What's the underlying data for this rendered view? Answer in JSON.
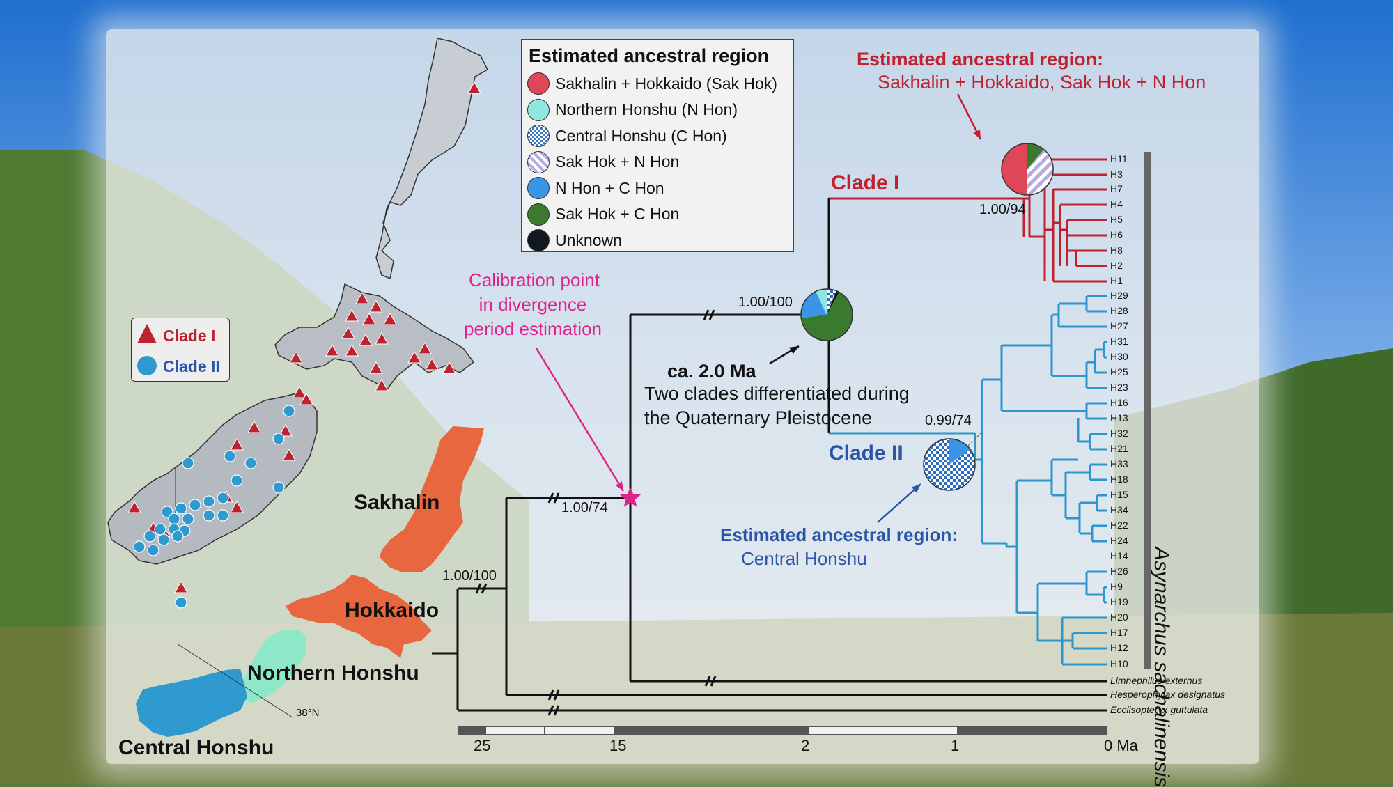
{
  "legend": {
    "title": "Estimated ancestral region",
    "items": [
      {
        "label": "Sakhalin + Hokkaido (Sak Hok)",
        "color": "#e04658",
        "pattern": "solid"
      },
      {
        "label": "Northern Honshu (N Hon)",
        "color": "#8ee8e0",
        "pattern": "solid"
      },
      {
        "label": "Central Honshu (C Hon)",
        "color": "#3a78c8",
        "pattern": "checker"
      },
      {
        "label": "Sak Hok + N Hon",
        "color": "#b8a8e8",
        "pattern": "stripes"
      },
      {
        "label": "N Hon + C Hon",
        "color": "#3a94e8",
        "pattern": "solid"
      },
      {
        "label": "Sak Hok + C Hon",
        "color": "#3a7a2e",
        "pattern": "solid"
      },
      {
        "label": "Unknown",
        "color": "#101820",
        "pattern": "solid"
      }
    ]
  },
  "clade_legend": {
    "clade1": {
      "label": "Clade I",
      "color": "#c0212e"
    },
    "clade2": {
      "label": "Clade II",
      "color": "#2e80c0"
    }
  },
  "map": {
    "regions": {
      "sakhalin": "Sakhalin",
      "hokkaido": "Hokkaido",
      "northern_honshu": "Northern Honshu",
      "central_honshu": "Central Honshu"
    },
    "latitude_label": "38°N"
  },
  "annotations": {
    "calibration": [
      "Calibration point",
      "in divergence",
      "period estimation"
    ],
    "age": "ca. 2.0 Ma",
    "differentiation": [
      "Two clades differentiated during",
      "the Quaternary Pleistocene"
    ],
    "clade1_region_title": "Estimated ancestral region:",
    "clade1_region_value": "Sakhalin + Hokkaido, Sak Hok + N Hon",
    "clade2_region_title": "Estimated ancestral region:",
    "clade2_region_value": "Central Honshu"
  },
  "tree": {
    "clade1_label": "Clade I",
    "clade2_label": "Clade II",
    "support": {
      "root": "1.00/100",
      "calib": "1.00/74",
      "crown": "1.00/100",
      "clade1": "1.00/94",
      "clade2": "0.99/74"
    },
    "species_label": "Asynarchus sachalinensis",
    "clade1_tips": [
      "H11",
      "H3",
      "H7",
      "H4",
      "H5",
      "H6",
      "H8",
      "H2",
      "H1"
    ],
    "clade2_tips": [
      "H29",
      "H28",
      "H27",
      "H31",
      "H30",
      "H25",
      "H23",
      "H16",
      "H13",
      "H32",
      "H21",
      "H33",
      "H18",
      "H15",
      "H34",
      "H22",
      "H24",
      "H14",
      "H26",
      "H9",
      "H19",
      "H20",
      "H17",
      "H12",
      "H10"
    ],
    "outgroups": [
      "Limnephilus externus",
      "Hesperophylax designatus",
      "Ecclisopteryx guttulata"
    ],
    "clade1_color": "#c0212e",
    "clade2_color": "#2e96cc"
  },
  "timescale": {
    "ticks": [
      "25",
      "15",
      "2",
      "1",
      "0 Ma"
    ]
  }
}
